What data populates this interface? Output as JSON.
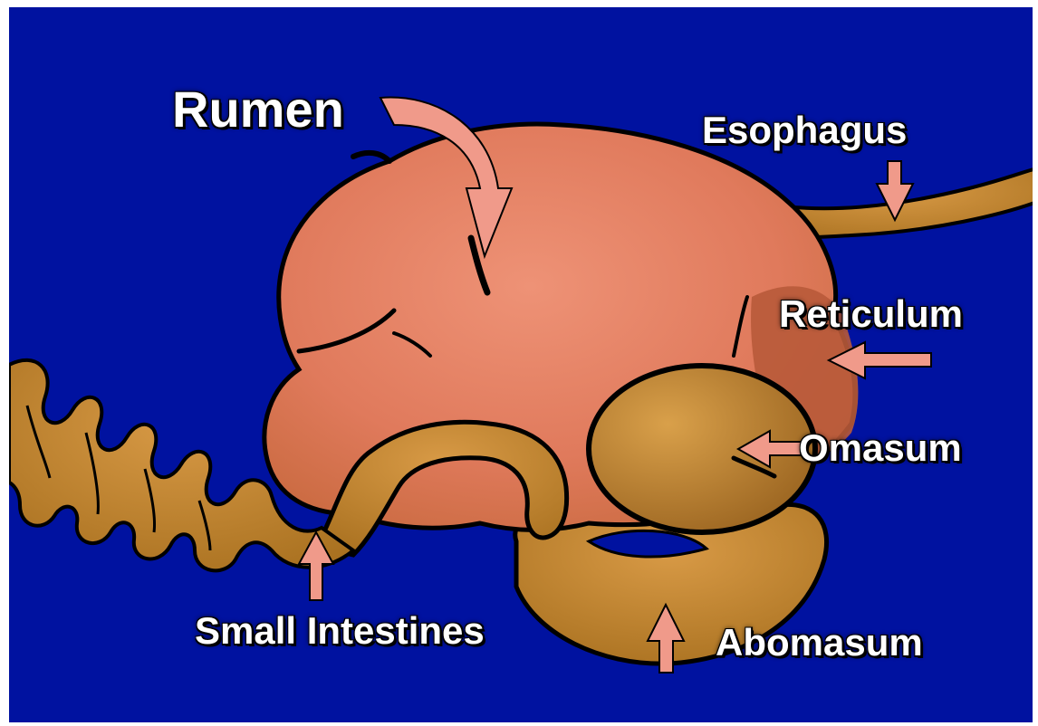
{
  "diagram": {
    "labels": {
      "rumen": "Rumen",
      "esophagus": "Esophagus",
      "reticulum": "Reticulum",
      "omasum": "Omasum",
      "small_intestines": "Small Intestines",
      "abomasum": "Abomasum"
    },
    "colors": {
      "background": "#0012a0",
      "rumen": "#e6866a",
      "reticulum": "#b85a3a",
      "omasum": "#c88a3a",
      "abomasum": "#c8883a",
      "intestine": "#c07f2c",
      "arrow": "#f09a8a",
      "outline": "#000000"
    }
  }
}
